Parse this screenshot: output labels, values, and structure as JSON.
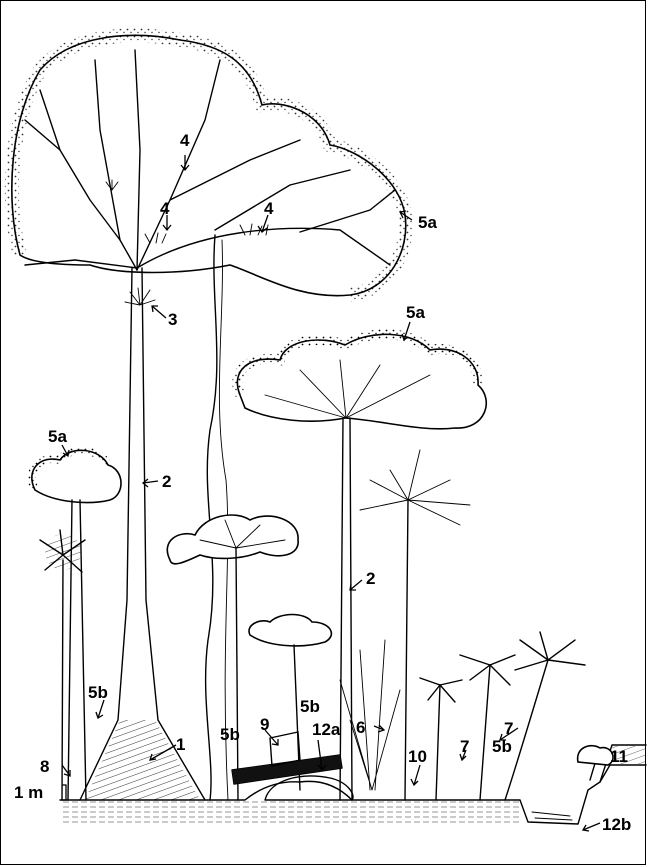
{
  "labels": {
    "l1": "1",
    "l2a": "2",
    "l2b": "2",
    "l3": "3",
    "l4a": "4",
    "l4b": "4",
    "l4c": "4",
    "l5a_main": "5a",
    "l5a_mid": "5a",
    "l5a_left": "5a",
    "l5b_left": "5b",
    "l5b_mid1": "5b",
    "l5b_mid2": "5b",
    "l5b_right": "5b",
    "l6": "6",
    "l7a": "7",
    "l7b": "7",
    "l8": "8",
    "l9": "9",
    "l10": "10",
    "l11": "11",
    "l12a": "12a",
    "l12b": "12b",
    "scale": "1 m"
  },
  "colors": {
    "ink": "#000000",
    "paper": "#ffffff"
  }
}
